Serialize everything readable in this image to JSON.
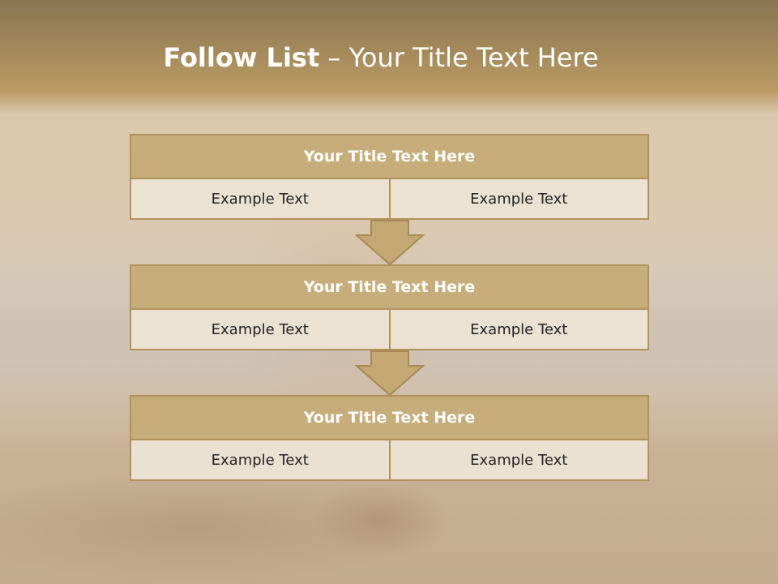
{
  "slide": {
    "title_bold": "Follow List",
    "title_rest": " – Your Title Text Here"
  },
  "blocks": [
    {
      "title": "Your Title Text Here",
      "left_text": "Example Text",
      "right_text": "Example Text"
    },
    {
      "title": "Your Title Text Here",
      "left_text": "Example Text",
      "right_text": "Example Text"
    },
    {
      "title": "Your Title Text Here",
      "left_text": "Example Text",
      "right_text": "Example Text"
    }
  ],
  "colors": {
    "header_band": "#a48a5a",
    "block_title_fill": "#c7ad7a",
    "block_border": "#b1925b",
    "cell_fill": "#ece3d5"
  }
}
